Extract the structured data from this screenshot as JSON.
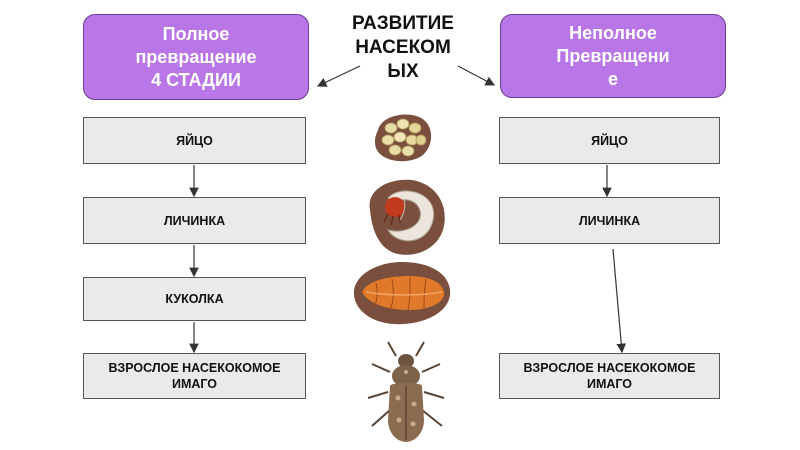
{
  "title": {
    "line1": "РАЗВИТИЕ",
    "line2": "НАСЕКОМ",
    "line3": "ЫХ"
  },
  "complete": {
    "heading": {
      "line1": "Полное",
      "line2": "превращение",
      "line3": "4 СТАДИИ"
    },
    "stages": [
      {
        "line1": "ЯЙЦО"
      },
      {
        "line1": "ЛИЧИНКА"
      },
      {
        "line1": "КУКОЛКА"
      },
      {
        "line1": "ВЗРОСЛОЕ НАСЕКОКОМОЕ",
        "line2": "ИМАГО"
      }
    ]
  },
  "incomplete": {
    "heading": {
      "line1": "Неполное",
      "line2": "Превращени",
      "line3": "е"
    },
    "stages": [
      {
        "line1": "ЯЙЦО"
      },
      {
        "line1": "ЛИЧИНКА"
      },
      {
        "line1": "ВЗРОСЛОЕ НАСЕКОКОМОЕ",
        "line2": "ИМАГО"
      }
    ]
  },
  "illustrations": [
    "eggs-picture",
    "larva-picture",
    "pupa-picture",
    "beetle-picture"
  ],
  "colors": {
    "heading_fill": "#b976e6",
    "stage_fill": "#eaeaea",
    "soil": "#7a4f3e"
  }
}
